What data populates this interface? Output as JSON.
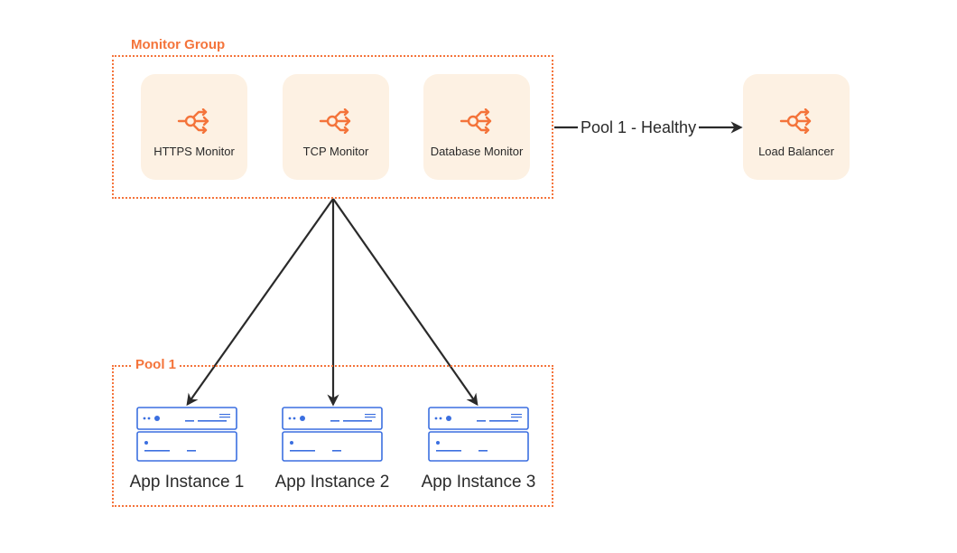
{
  "monitor_group": {
    "label": "Monitor Group",
    "monitors": [
      {
        "label": "HTTPS Monitor",
        "icon": "load-balancer-icon"
      },
      {
        "label": "TCP Monitor",
        "icon": "load-balancer-icon"
      },
      {
        "label": "Database Monitor",
        "icon": "load-balancer-icon"
      }
    ]
  },
  "load_balancer": {
    "label": "Load Balancer",
    "icon": "load-balancer-icon"
  },
  "edge": {
    "label": "Pool 1 - Healthy"
  },
  "pool": {
    "label": "Pool 1",
    "instances": [
      {
        "label": "App Instance 1",
        "icon": "server-icon"
      },
      {
        "label": "App Instance 2",
        "icon": "server-icon"
      },
      {
        "label": "App Instance 3",
        "icon": "server-icon"
      }
    ]
  },
  "colors": {
    "accent": "#f4743b",
    "card_bg": "#fdf1e3",
    "server_blue": "#3b6fe0",
    "arrow": "#2a2a2a"
  }
}
